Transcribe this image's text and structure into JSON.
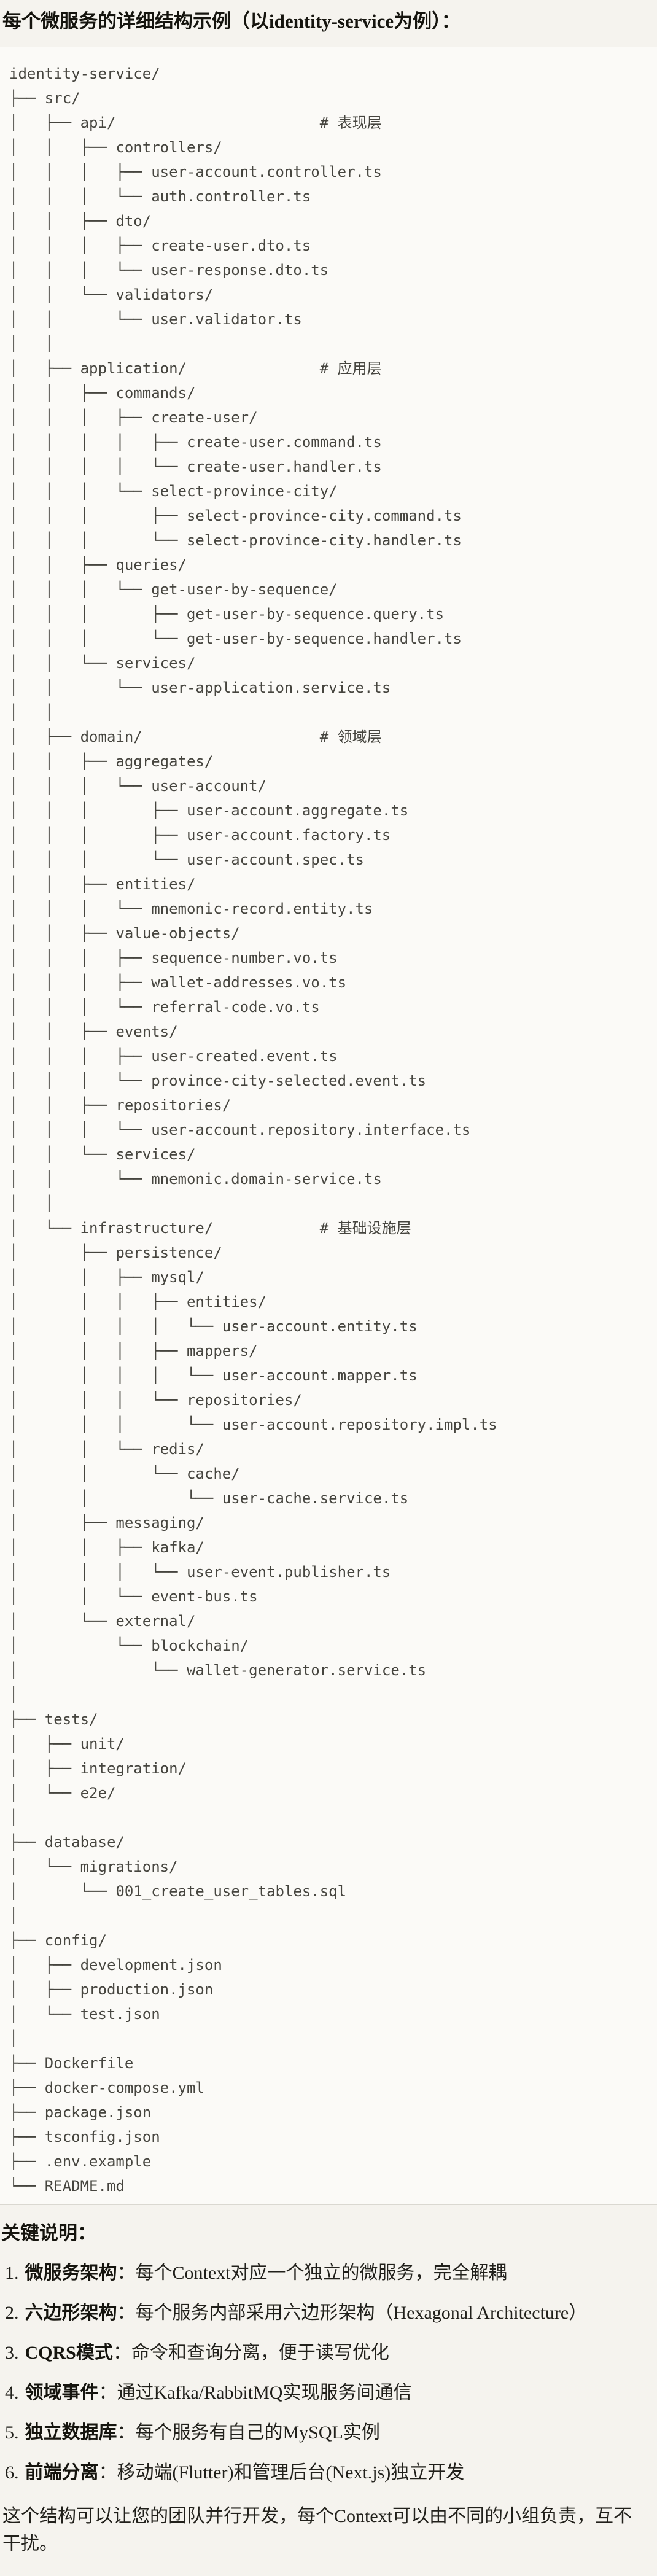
{
  "page": {
    "title": "每个微服务的详细结构示例（以identity-service为例）："
  },
  "file_tree": {
    "lines": [
      "identity-service/",
      "├── src/",
      "│   ├── api/                       # 表现层",
      "│   │   ├── controllers/",
      "│   │   │   ├── user-account.controller.ts",
      "│   │   │   └── auth.controller.ts",
      "│   │   ├── dto/",
      "│   │   │   ├── create-user.dto.ts",
      "│   │   │   └── user-response.dto.ts",
      "│   │   └── validators/",
      "│   │       └── user.validator.ts",
      "│   │",
      "│   ├── application/               # 应用层",
      "│   │   ├── commands/",
      "│   │   │   ├── create-user/",
      "│   │   │   │   ├── create-user.command.ts",
      "│   │   │   │   └── create-user.handler.ts",
      "│   │   │   └── select-province-city/",
      "│   │   │       ├── select-province-city.command.ts",
      "│   │   │       └── select-province-city.handler.ts",
      "│   │   ├── queries/",
      "│   │   │   └── get-user-by-sequence/",
      "│   │   │       ├── get-user-by-sequence.query.ts",
      "│   │   │       └── get-user-by-sequence.handler.ts",
      "│   │   └── services/",
      "│   │       └── user-application.service.ts",
      "│   │",
      "│   ├── domain/                    # 领域层",
      "│   │   ├── aggregates/",
      "│   │   │   └── user-account/",
      "│   │   │       ├── user-account.aggregate.ts",
      "│   │   │       ├── user-account.factory.ts",
      "│   │   │       └── user-account.spec.ts",
      "│   │   ├── entities/",
      "│   │   │   └── mnemonic-record.entity.ts",
      "│   │   ├── value-objects/",
      "│   │   │   ├── sequence-number.vo.ts",
      "│   │   │   ├── wallet-addresses.vo.ts",
      "│   │   │   └── referral-code.vo.ts",
      "│   │   ├── events/",
      "│   │   │   ├── user-created.event.ts",
      "│   │   │   └── province-city-selected.event.ts",
      "│   │   ├── repositories/",
      "│   │   │   └── user-account.repository.interface.ts",
      "│   │   └── services/",
      "│   │       └── mnemonic.domain-service.ts",
      "│   │",
      "│   └── infrastructure/            # 基础设施层",
      "│       ├── persistence/",
      "│       │   ├── mysql/",
      "│       │   │   ├── entities/",
      "│       │   │   │   └── user-account.entity.ts",
      "│       │   │   ├── mappers/",
      "│       │   │   │   └── user-account.mapper.ts",
      "│       │   │   └── repositories/",
      "│       │   │       └── user-account.repository.impl.ts",
      "│       │   └── redis/",
      "│       │       └── cache/",
      "│       │           └── user-cache.service.ts",
      "│       ├── messaging/",
      "│       │   ├── kafka/",
      "│       │   │   └── user-event.publisher.ts",
      "│       │   └── event-bus.ts",
      "│       └── external/",
      "│           └── blockchain/",
      "│               └── wallet-generator.service.ts",
      "│",
      "├── tests/",
      "│   ├── unit/",
      "│   ├── integration/",
      "│   └── e2e/",
      "│",
      "├── database/",
      "│   └── migrations/",
      "│       └── 001_create_user_tables.sql",
      "│",
      "├── config/",
      "│   ├── development.json",
      "│   ├── production.json",
      "│   └── test.json",
      "│",
      "├── Dockerfile",
      "├── docker-compose.yml",
      "├── package.json",
      "├── tsconfig.json",
      "├── .env.example",
      "└── README.md"
    ]
  },
  "notes": {
    "title": "关键说明：",
    "items": [
      {
        "num": "1.",
        "term": "微服务架构",
        "desc": "：每个Context对应一个独立的微服务，完全解耦"
      },
      {
        "num": "2.",
        "term": "六边形架构",
        "desc": "：每个服务内部采用六边形架构（Hexagonal Architecture）"
      },
      {
        "num": "3.",
        "term": "CQRS模式",
        "desc": "：命令和查询分离，便于读写优化"
      },
      {
        "num": "4.",
        "term": "领域事件",
        "desc": "：通过Kafka/RabbitMQ实现服务间通信"
      },
      {
        "num": "5.",
        "term": "独立数据库",
        "desc": "：每个服务有自己的MySQL实例"
      },
      {
        "num": "6.",
        "term": "前端分离",
        "desc": "：移动端(Flutter)和管理后台(Next.js)独立开发"
      }
    ],
    "closing": "这个结构可以让您的团队并行开发，每个Context可以由不同的小组负责，互不干扰。"
  },
  "colors": {
    "page_bg": "#F5F3EE",
    "code_bg": "#FBFAF7",
    "border": "#DAD8D1",
    "code_text": "#46453F",
    "heading_text": "#15140E",
    "body_text": "#21201B"
  }
}
